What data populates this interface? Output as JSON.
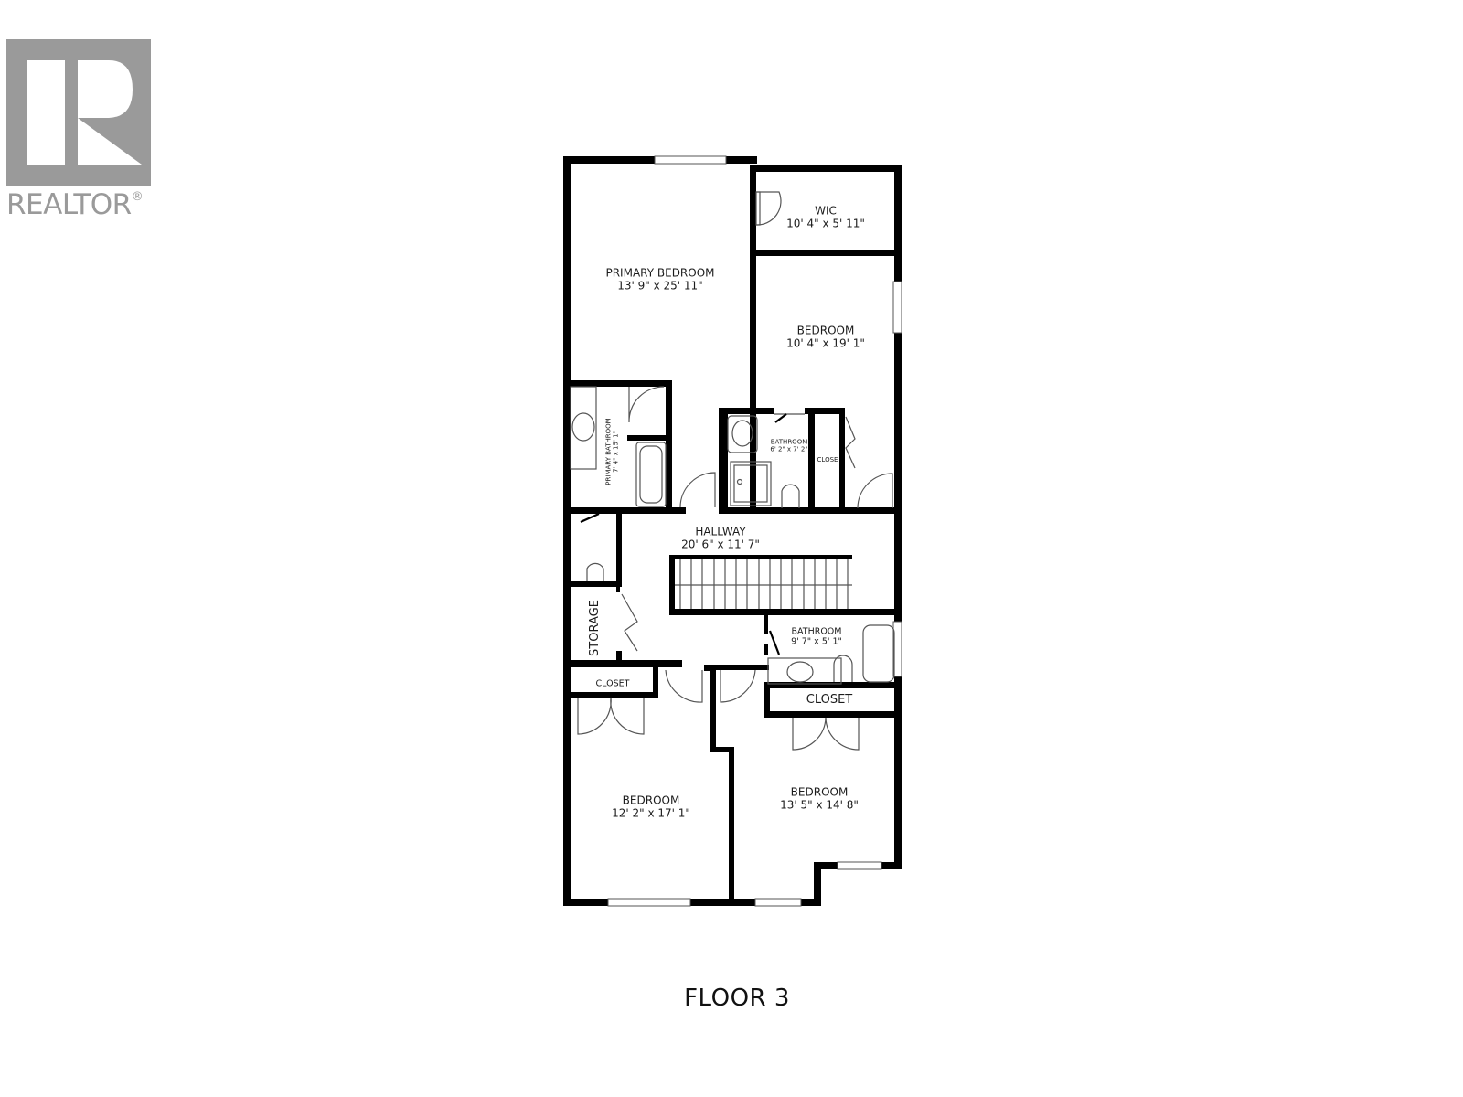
{
  "logo": {
    "brand_text": "REALTOR",
    "registered_mark": "®",
    "color": "#9a9a9a",
    "icon": "realtor-r-logo-icon"
  },
  "floor_plan": {
    "floor_label": "FLOOR 3",
    "wall_color": "#000000",
    "rooms": [
      {
        "name": "PRIMARY BEDROOM",
        "dimensions": "13' 9\" x 25' 11\""
      },
      {
        "name": "WIC",
        "dimensions": "10' 4\" x 5' 11\""
      },
      {
        "name": "BEDROOM",
        "dimensions": "10' 4\" x 19' 1\""
      },
      {
        "name": "PRIMARY BATHROOM",
        "dimensions": "7' 4\" x 15' 1\""
      },
      {
        "name": "BATHROOM",
        "dimensions": "6' 2\" x 7' 2\""
      },
      {
        "name": "CLOSE",
        "dimensions": ""
      },
      {
        "name": "HALLWAY",
        "dimensions": "20' 6\" x 11' 7\""
      },
      {
        "name": "STORAGE",
        "dimensions": ""
      },
      {
        "name": "BATHROOM",
        "dimensions": "9' 7\" x 5' 1\""
      },
      {
        "name": "CLOSET",
        "dimensions": ""
      },
      {
        "name": "CLOSET",
        "dimensions": ""
      },
      {
        "name": "BEDROOM",
        "dimensions": "12' 2\" x 17' 1\""
      },
      {
        "name": "BEDROOM",
        "dimensions": "13' 5\" x 14' 8\""
      }
    ]
  }
}
